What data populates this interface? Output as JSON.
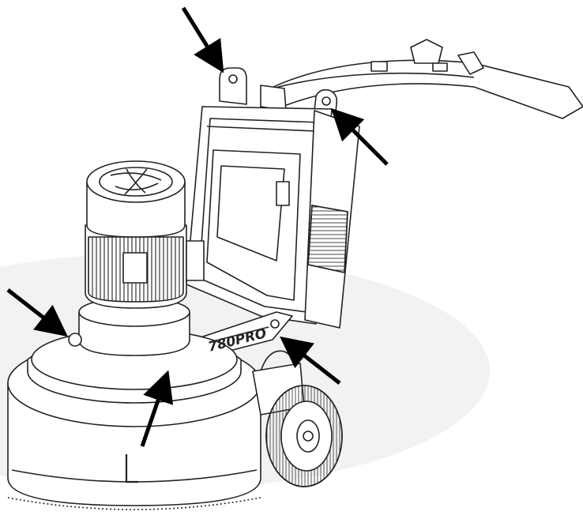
{
  "diagram": {
    "model_label": "780PRO",
    "colors": {
      "line": "#222222",
      "arrow": "#000000",
      "background": "#ffffff",
      "shadow": "#eeeeee"
    },
    "arrows": [
      {
        "id": "top-left-lifting-point"
      },
      {
        "id": "top-right-lifting-point"
      },
      {
        "id": "left-head-lifting-point"
      },
      {
        "id": "front-arm-lifting-point"
      },
      {
        "id": "right-arm-lifting-point"
      }
    ]
  }
}
